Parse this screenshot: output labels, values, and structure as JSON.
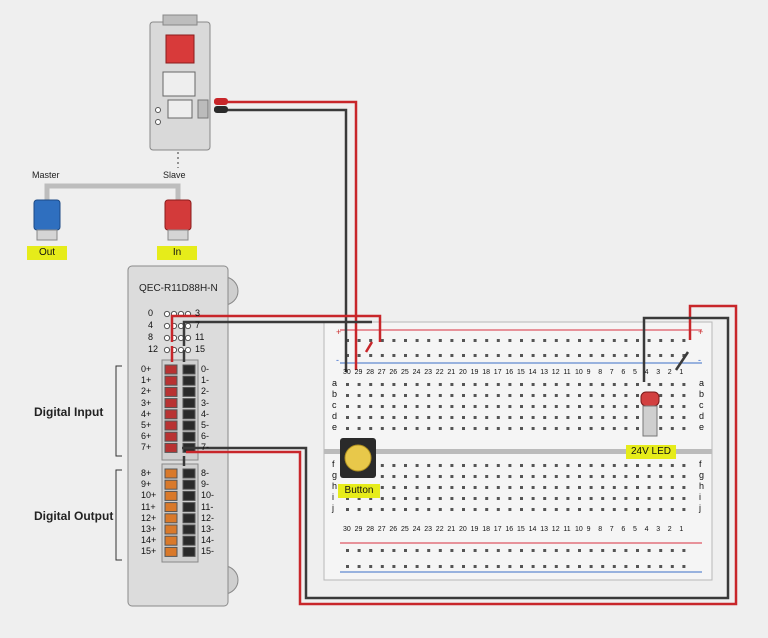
{
  "labels": {
    "master": "Master",
    "slave": "Slave",
    "out": "Out",
    "in": "In",
    "module_name": "QEC-R11D88H-N",
    "digital_input": "Digital Input",
    "digital_output": "Digital Output",
    "button": "Button",
    "led": "24V LED"
  },
  "address_rows": [
    {
      "left": "0",
      "right": "3"
    },
    {
      "left": "4",
      "right": "7"
    },
    {
      "left": "8",
      "right": "11"
    },
    {
      "left": "12",
      "right": "15"
    }
  ],
  "input_terminals": [
    {
      "plus": "0+",
      "minus": "0-"
    },
    {
      "plus": "1+",
      "minus": "1-"
    },
    {
      "plus": "2+",
      "minus": "2-"
    },
    {
      "plus": "3+",
      "minus": "3-"
    },
    {
      "plus": "4+",
      "minus": "4-"
    },
    {
      "plus": "5+",
      "minus": "5-"
    },
    {
      "plus": "6+",
      "minus": "6-"
    },
    {
      "plus": "7+",
      "minus": "7-"
    }
  ],
  "output_terminals": [
    {
      "plus": "8+",
      "minus": "8-"
    },
    {
      "plus": "9+",
      "minus": "9-"
    },
    {
      "plus": "10+",
      "minus": "10-"
    },
    {
      "plus": "11+",
      "minus": "11-"
    },
    {
      "plus": "12+",
      "minus": "12-"
    },
    {
      "plus": "13+",
      "minus": "13-"
    },
    {
      "plus": "14+",
      "minus": "14-"
    },
    {
      "plus": "15+",
      "minus": "15-"
    }
  ],
  "breadboard_columns": [
    "30",
    "29",
    "28",
    "27",
    "26",
    "25",
    "24",
    "23",
    "22",
    "21",
    "20",
    "19",
    "18",
    "17",
    "16",
    "15",
    "14",
    "13",
    "12",
    "11",
    "10",
    "9",
    "8",
    "7",
    "6",
    "5",
    "4",
    "3",
    "2",
    "1"
  ],
  "breadboard_rows_top": [
    "a",
    "b",
    "c",
    "d",
    "e"
  ],
  "breadboard_rows_bottom": [
    "f",
    "g",
    "h",
    "i",
    "j"
  ],
  "rail_plus": "+",
  "rail_minus": "-",
  "colors": {
    "wire_red": "#c8262a",
    "wire_dark": "#3a3a3a",
    "tag_yellow": "#e6ec1a",
    "module_body": "#d8d8d8",
    "rail_red": "#d93040",
    "rail_blue": "#3a6fc8"
  }
}
